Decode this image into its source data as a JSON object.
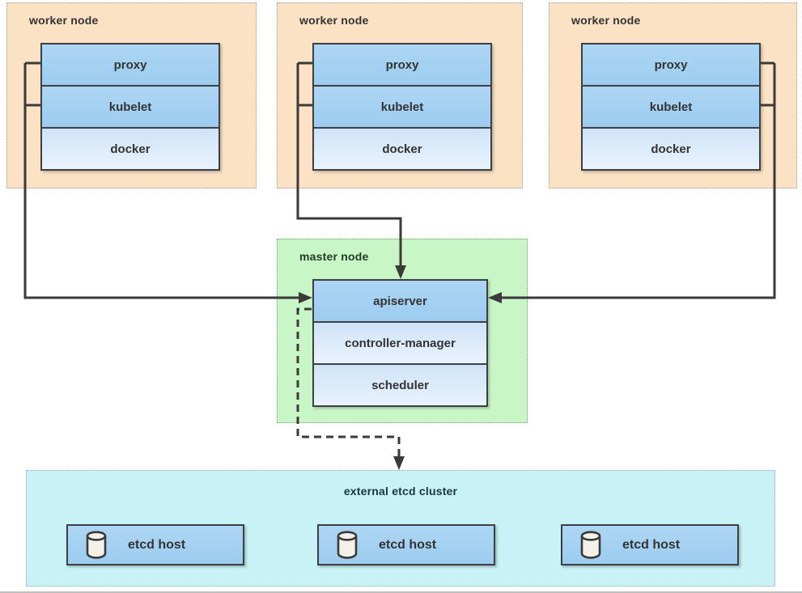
{
  "worker_nodes": [
    {
      "title": "worker node",
      "components": [
        {
          "label": "proxy"
        },
        {
          "label": "kubelet"
        },
        {
          "label": "docker"
        }
      ]
    },
    {
      "title": "worker node",
      "components": [
        {
          "label": "proxy"
        },
        {
          "label": "kubelet"
        },
        {
          "label": "docker"
        }
      ]
    },
    {
      "title": "worker node",
      "components": [
        {
          "label": "proxy"
        },
        {
          "label": "kubelet"
        },
        {
          "label": "docker"
        }
      ]
    }
  ],
  "master_node": {
    "title": "master node",
    "components": [
      {
        "label": "apiserver"
      },
      {
        "label": "controller-manager"
      },
      {
        "label": "scheduler"
      }
    ]
  },
  "etcd_cluster": {
    "title": "external etcd cluster",
    "hosts": [
      {
        "label": "etcd host",
        "icon": "database-cylinder-icon"
      },
      {
        "label": "etcd host",
        "icon": "database-cylinder-icon"
      },
      {
        "label": "etcd host",
        "icon": "database-cylinder-icon"
      }
    ]
  },
  "connections": [
    {
      "from": "worker-node-1 proxy+kubelet",
      "to": "apiserver",
      "style": "solid-arrow"
    },
    {
      "from": "worker-node-2 proxy+kubelet",
      "to": "apiserver",
      "style": "solid-arrow"
    },
    {
      "from": "worker-node-3 proxy+kubelet",
      "to": "apiserver",
      "style": "solid-arrow"
    },
    {
      "from": "apiserver",
      "to": "external etcd cluster",
      "style": "dashed-arrow"
    }
  ],
  "colors": {
    "worker_bg": "#fbe2c4",
    "worker_border": "#9a9a9a",
    "master_bg": "#c9f6c6",
    "master_border": "#70a070",
    "etcd_bg": "#c8f2f5",
    "etcd_border": "#8fb0b2",
    "comp_blue_top": "#aed6f4",
    "comp_blue_bottom": "#9cccf0",
    "comp_light_top": "#cfe3f7",
    "comp_light_bottom": "#e9f3fd",
    "comp_border": "#3b4045",
    "line": "#3a3a3a",
    "label_dark": "#333333",
    "master_label": "#1f3d22",
    "etcd_label": "#17393d",
    "cylinder_fill": "#f4f1e9"
  }
}
